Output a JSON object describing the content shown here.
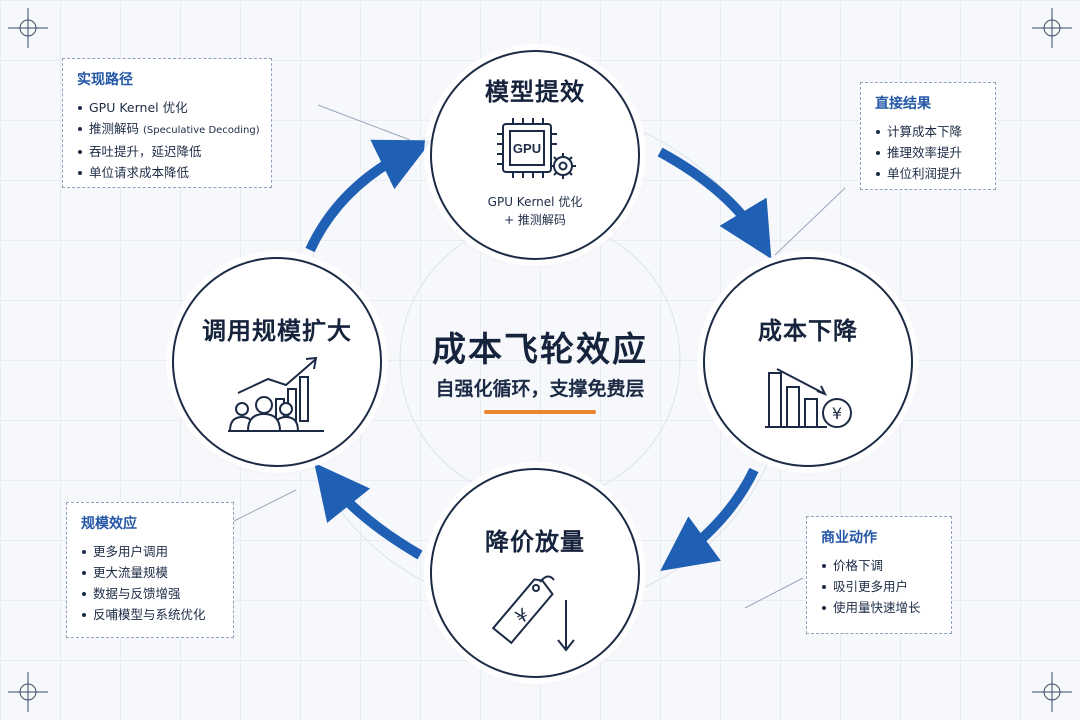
{
  "center": {
    "title": "成本飞轮效应",
    "subtitle": "自强化循环，支撑免费层"
  },
  "nodes": {
    "top": {
      "title": "模型提效",
      "chip_label": "GPU",
      "sub_line1": "GPU Kernel 优化",
      "sub_line2": "+ 推测解码"
    },
    "right": {
      "title": "成本下降",
      "currency": "¥"
    },
    "bottom": {
      "title": "降价放量",
      "currency": "¥"
    },
    "left": {
      "title": "调用规模扩大"
    }
  },
  "boxes": {
    "top_left": {
      "title": "实现路径",
      "items": [
        "GPU Kernel 优化",
        "推测解码",
        "吞吐提升，延迟降低",
        "单位请求成本降低"
      ],
      "item2_note": "(Speculative Decoding)"
    },
    "top_right": {
      "title": "直接结果",
      "items": [
        "计算成本下降",
        "推理效率提升",
        "单位利润提升"
      ]
    },
    "bottom_left": {
      "title": "规模效应",
      "items": [
        "更多用户调用",
        "更大流量规模",
        "数据与反馈增强",
        "反哺模型与系统优化"
      ]
    },
    "bottom_right": {
      "title": "商业动作",
      "items": [
        "价格下调",
        "吸引更多用户",
        "使用量快速增长"
      ]
    }
  },
  "colors": {
    "arrow": "#1f5fb4",
    "accent": "#e8872f",
    "box_title": "#2457a6",
    "ink": "#1c2b45"
  },
  "icons": {
    "top": "gpu-chip-gear-icon",
    "right": "declining-bars-yen-coin-icon",
    "bottom": "yen-price-tag-down-arrow-icon",
    "left": "users-rising-chart-icon"
  }
}
